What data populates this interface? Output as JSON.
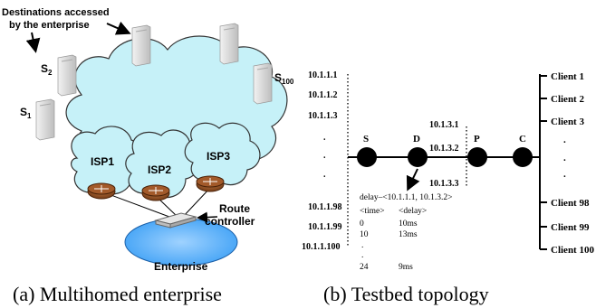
{
  "left_panel": {
    "destinations_label_line1": "Destinations accessed",
    "destinations_label_line2": "by the enterprise",
    "servers": [
      {
        "label": "S",
        "sub": "1"
      },
      {
        "label": "S",
        "sub": "2"
      },
      {
        "label": "S",
        "sub": "100"
      }
    ],
    "isps": [
      "ISP1",
      "ISP2",
      "ISP3"
    ],
    "route_controller_line1": "Route",
    "route_controller_line2": "controller",
    "enterprise_label": "Enterprise",
    "caption": "(a) Multihomed enterprise"
  },
  "right_panel": {
    "left_addresses": [
      "10.1.1.1",
      "10.1.1.2",
      "10.1.1.3",
      ".",
      ".",
      ".",
      "10.1.1.98",
      "10.1.1.99",
      "10.1.1.100"
    ],
    "mid_addresses": [
      "10.1.3.1",
      "10.1.3.2",
      "10.1.3.3"
    ],
    "nodes": [
      "S",
      "D",
      "P",
      "C"
    ],
    "clients": [
      "Client 1",
      "Client 2",
      "Client 3",
      ".",
      ".",
      ".",
      "Client 98",
      "Client 99",
      "Client 100"
    ],
    "delay_table": {
      "title": "delay–<10.1.1.1, 10.1.3.2>",
      "headers": [
        "<time>",
        "<delay>"
      ],
      "rows": [
        [
          "0",
          "10ms"
        ],
        [
          "10",
          "13ms"
        ],
        [
          ".",
          ""
        ],
        [
          ".",
          ""
        ],
        [
          "24",
          "9ms"
        ]
      ]
    },
    "caption": "(b) Testbed topology"
  },
  "colors": {
    "cloud_fill": "#c6f1f8",
    "cloud_stroke": "#333333",
    "enterprise_fill": "#3b9ff5",
    "router_fill": "#8b4513",
    "node_fill": "#000000",
    "server_fill": "#d8d8d8"
  }
}
